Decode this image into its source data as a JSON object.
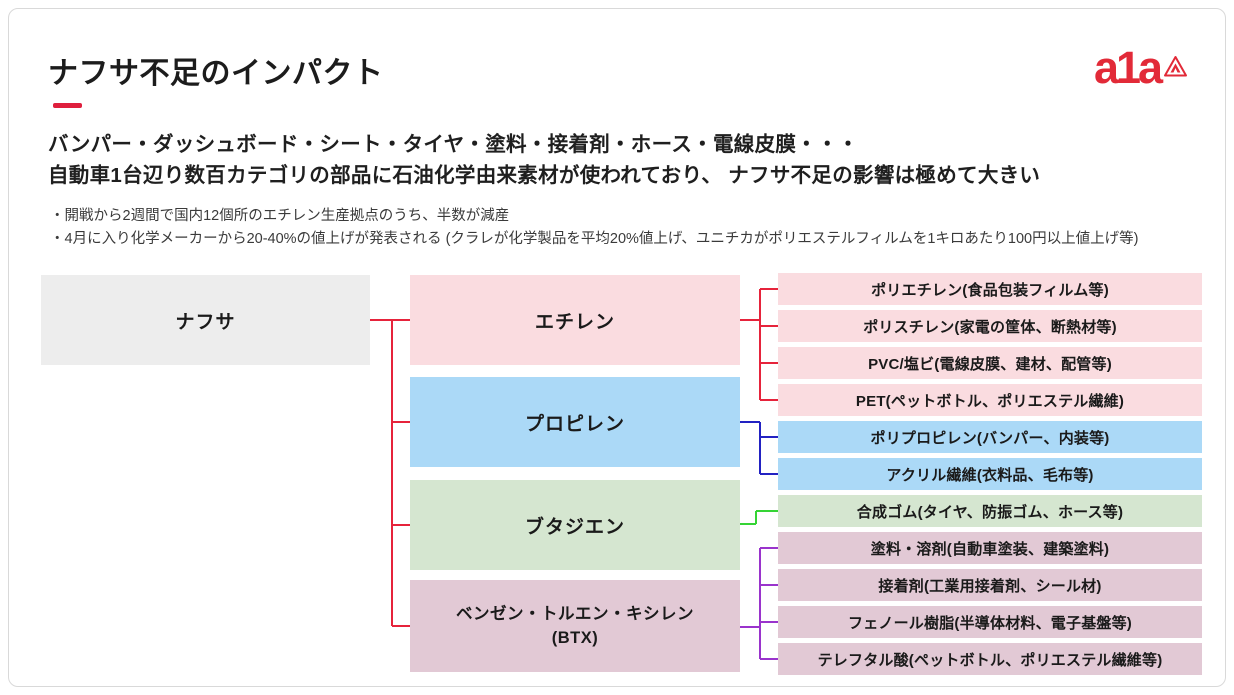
{
  "slide": {
    "title": "ナフサ不足のインパクト",
    "logo_text": "a1a",
    "subtitle_line1": "バンパー・ダッシュボード・シート・タイヤ・塗料・接着剤・ホース・電線皮膜・・・",
    "subtitle_line2": "自動車1台辺り数百カテゴリの部品に石油化学由来素材が使われており、 ナフサ不足の影響は極めて大きい",
    "bullet1": "・開戦から2週間で国内12個所のエチレン生産拠点のうち、半数が減産",
    "bullet2": "・4月に入り化学メーカーから20-40%の値上げが発表される (クラレが化学製品を平均20%値上げ、ユニチカがポリエステルフィルムを1キロあたり100円以上値上げ等)"
  },
  "colors": {
    "accent_red": "#df1f3d",
    "logo_red": "#e22a38",
    "box_gray": "#ededed",
    "box_pink": "#fadce0",
    "box_blue": "#abd9f7",
    "box_green": "#d5e6d0",
    "box_mauve": "#e2c9d5",
    "line_red": "#e6233b",
    "line_blue": "#2222c2",
    "line_green": "#35d435",
    "line_purple": "#9a33cc"
  },
  "diagram": {
    "source": {
      "label": "ナフサ"
    },
    "intermediates": [
      {
        "label": "エチレン"
      },
      {
        "label": "プロピレン"
      },
      {
        "label": "ブタジエン"
      },
      {
        "label_line1": "ベンゼン・トルエン・キシレン",
        "label_line2": "(BTX)"
      }
    ],
    "products": [
      {
        "label": "ポリエチレン(食品包装フィルム等)",
        "group": "エチレン"
      },
      {
        "label": "ポリスチレン(家電の筐体、断熱材等)",
        "group": "エチレン"
      },
      {
        "label": "PVC/塩ビ(電線皮膜、建材、配管等)",
        "group": "エチレン"
      },
      {
        "label": "PET(ペットボトル、ポリエステル繊維)",
        "group": "エチレン"
      },
      {
        "label": "ポリプロピレン(バンパー、内装等)",
        "group": "プロピレン"
      },
      {
        "label": "アクリル繊維(衣料品、毛布等)",
        "group": "プロピレン"
      },
      {
        "label": "合成ゴム(タイヤ、防振ゴム、ホース等)",
        "group": "ブタジエン"
      },
      {
        "label": "塗料・溶剤(自動車塗装、建築塗料)",
        "group": "BTX"
      },
      {
        "label": "接着剤(工業用接着剤、シール材)",
        "group": "BTX"
      },
      {
        "label": "フェノール樹脂(半導体材料、電子基盤等)",
        "group": "BTX"
      },
      {
        "label": "テレフタル酸(ペットボトル、ポリエステル繊維等)",
        "group": "BTX"
      }
    ]
  }
}
